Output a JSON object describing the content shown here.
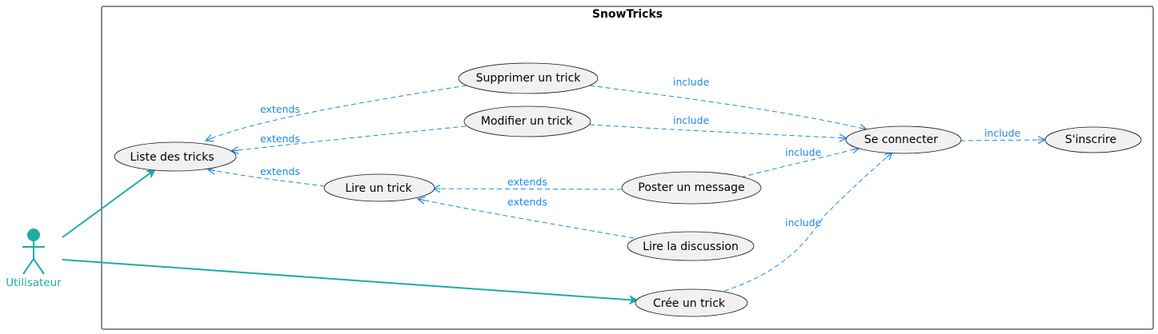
{
  "colors": {
    "actor": "#20aba3",
    "association": "#20aba3",
    "dependency": "#1e88e5",
    "usecase_fill": "#f1f1f1",
    "usecase_stroke": "#181818",
    "boundary_stroke": "#181818"
  },
  "system": {
    "title": "SnowTricks"
  },
  "actor": {
    "label": "Utilisateur",
    "icon": "stick-figure-actor-icon"
  },
  "usecases": {
    "liste": "Liste des tricks",
    "supprimer": "Supprimer un trick",
    "modifier": "Modifier un trick",
    "lire": "Lire un trick",
    "poster": "Poster un message",
    "discussion": "Lire la discussion",
    "creer": "Crée un trick",
    "connecter": "Se connecter",
    "inscrire": "S'inscrire"
  },
  "edges": {
    "supprimer_liste": "extends",
    "modifier_liste": "extends",
    "lire_liste": "extends",
    "poster_lire": "extends",
    "discussion_lire": "extends",
    "supprimer_connecter": "include",
    "modifier_connecter": "include",
    "poster_connecter": "include",
    "creer_connecter": "include",
    "connecter_inscrire": "include"
  }
}
